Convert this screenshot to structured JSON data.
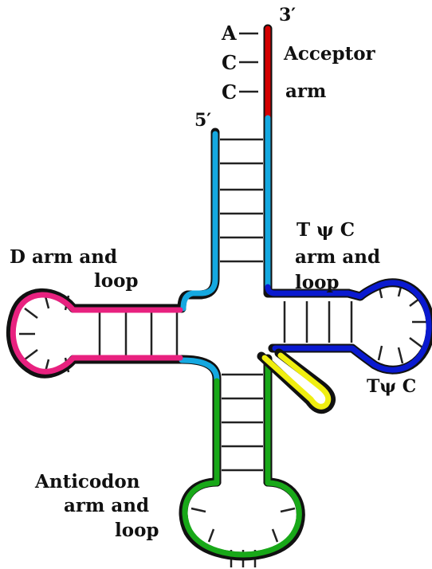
{
  "colors": {
    "acceptor_3end": "#d40000",
    "acceptor_stem": "#14a8e0",
    "d_arm": "#e8217f",
    "anticodon_arm": "#18a818",
    "tpsic_arm": "#0a1ad0",
    "variable_loop": "#f0ee10",
    "outline": "#111111"
  },
  "labels": {
    "nucleotide_a": "A",
    "nucleotide_c1": "C",
    "nucleotide_c2": "C",
    "three_prime": "3′",
    "five_prime": "5′",
    "acceptor_line1": "Acceptor",
    "acceptor_line2": "arm",
    "tpsic_line1": "T ψ C",
    "tpsic_line2": "arm and",
    "tpsic_line3": "loop",
    "tpsic_loop": "Tψ C",
    "d_line1": "D arm and",
    "d_line2": "loop",
    "anticodon_line1": "Anticodon",
    "anticodon_line2": "arm and",
    "anticodon_line3": "loop"
  }
}
